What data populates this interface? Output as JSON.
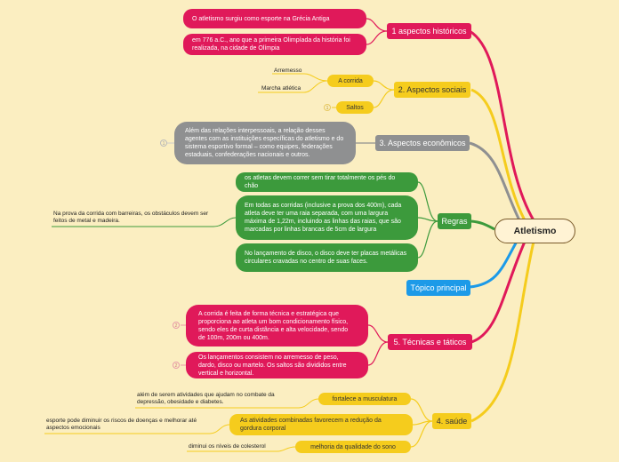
{
  "center": "Atletismo",
  "branches": {
    "hist": {
      "label": "1 aspectos históricos",
      "items": [
        "O atletismo surgiu como esporte na Grécia Antiga",
        "em 776 a.C., ano que a primeira Olimpíada da história foi realizada, na cidade de Olímpia"
      ]
    },
    "social": {
      "label": "2. Aspectos sociais",
      "corrida": "A corrida",
      "saltos": "Saltos",
      "corrida_children": [
        "Arremesso",
        "Marcha atlética"
      ],
      "saltos_count": "1"
    },
    "econ": {
      "label": "3. Aspectos econômicos",
      "text": "Além das relações interpessoais, a relação desses agentes com as instituições específicas do atletismo e do sistema esportivo formal – como equipes, federações estaduais, confederações nacionais e outros.",
      "count": "1"
    },
    "regras": {
      "label": "Regras",
      "items": [
        "os atletas devem correr sem tirar totalmente os pés do chão",
        "Em todas as corridas (inclusive a prova dos 400m), cada atleta deve ter uma raia separada, com uma largura máxima de 1,22m, incluindo as linhas das raias, que são marcadas por linhas brancas de 5cm de largura",
        "No lançamento de disco, o disco deve ter placas metálicas circulares cravadas no centro de suas faces."
      ],
      "side_note": "Na prova da corrida com barreiras, os obstáculos devem ser feitos de metal e madeira."
    },
    "topico": {
      "label": "Tópico principal"
    },
    "tecnicas": {
      "label": "5. Técnicas e táticos",
      "items": [
        "A corrida é feita de forma técnica e estratégica que proporciona ao atleta um bom condicionamento físico, sendo eles de curta distância e alta velocidade, sendo de 100m, 200m ou 400m.",
        "Os lançamentos consistem no arremesso de peso, dardo, disco ou martelo. Os saltos são divididos entre vertical e horizontal."
      ],
      "counts": [
        "2",
        "2"
      ]
    },
    "saude": {
      "label": "4. saúde",
      "items": [
        "fortalece a musculatura",
        "As atividades combinadas favorecem a redução da gordura corporal",
        "melhoria da qualidade do sono"
      ],
      "notes": [
        "além de serem atividades que ajudam no combate da depressão, obesidade e diabetes.",
        "esporte pode diminuir os riscos de doenças e melhorar até aspectos emocionais",
        "diminui os níveis de colesterol"
      ]
    }
  },
  "colors": {
    "background": "#fbeec1",
    "pink": "#e0195a",
    "yellow": "#f5cc1d",
    "grey": "#8f9091",
    "green": "#3c9a3c",
    "blue": "#1c9ae8"
  }
}
